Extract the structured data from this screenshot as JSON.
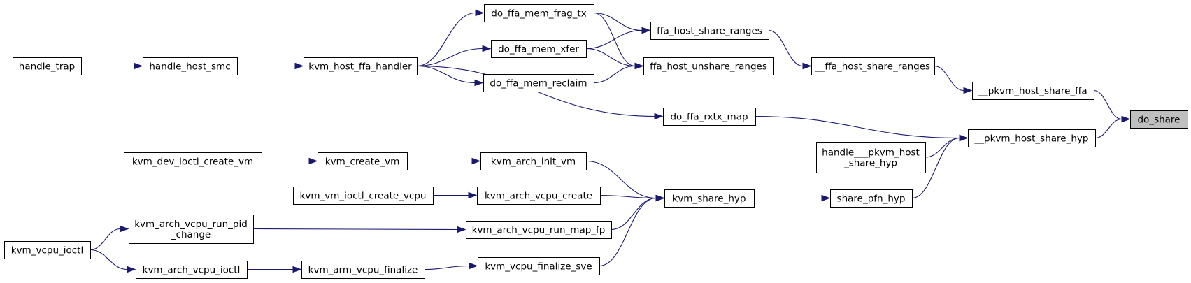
{
  "graph": {
    "root": "do_share",
    "nodes": [
      {
        "id": "do_share",
        "lines": [
          "do_share"
        ],
        "root": true
      },
      {
        "id": "pkvm_host_share_ffa",
        "lines": [
          "__pkvm_host_share_ffa"
        ]
      },
      {
        "id": "pkvm_host_share_hyp",
        "lines": [
          "__pkvm_host_share_hyp"
        ]
      },
      {
        "id": "ffa_host_share_ranges_int",
        "lines": [
          "__ffa_host_share_ranges"
        ]
      },
      {
        "id": "handle_pkvm_host_share_hyp",
        "lines": [
          "handle___pkvm_host",
          "_share_hyp"
        ]
      },
      {
        "id": "share_pfn_hyp",
        "lines": [
          "share_pfn_hyp"
        ]
      },
      {
        "id": "ffa_host_share_ranges",
        "lines": [
          "ffa_host_share_ranges"
        ]
      },
      {
        "id": "ffa_host_unshare_ranges",
        "lines": [
          "ffa_host_unshare_ranges"
        ]
      },
      {
        "id": "do_ffa_rxtx_map",
        "lines": [
          "do_ffa_rxtx_map"
        ]
      },
      {
        "id": "kvm_share_hyp",
        "lines": [
          "kvm_share_hyp"
        ]
      },
      {
        "id": "do_ffa_mem_frag_tx",
        "lines": [
          "do_ffa_mem_frag_tx"
        ]
      },
      {
        "id": "do_ffa_mem_xfer",
        "lines": [
          "do_ffa_mem_xfer"
        ]
      },
      {
        "id": "do_ffa_mem_reclaim",
        "lines": [
          "do_ffa_mem_reclaim"
        ]
      },
      {
        "id": "kvm_host_ffa_handler",
        "lines": [
          "kvm_host_ffa_handler"
        ]
      },
      {
        "id": "handle_host_smc",
        "lines": [
          "handle_host_smc"
        ]
      },
      {
        "id": "handle_trap",
        "lines": [
          "handle_trap"
        ]
      },
      {
        "id": "kvm_arch_init_vm",
        "lines": [
          "kvm_arch_init_vm"
        ]
      },
      {
        "id": "kvm_arch_vcpu_create",
        "lines": [
          "kvm_arch_vcpu_create"
        ]
      },
      {
        "id": "kvm_arch_vcpu_run_map_fp",
        "lines": [
          "kvm_arch_vcpu_run_map_fp"
        ]
      },
      {
        "id": "kvm_vcpu_finalize_sve",
        "lines": [
          "kvm_vcpu_finalize_sve"
        ]
      },
      {
        "id": "kvm_create_vm",
        "lines": [
          "kvm_create_vm"
        ]
      },
      {
        "id": "kvm_dev_ioctl_create_vm",
        "lines": [
          "kvm_dev_ioctl_create_vm"
        ]
      },
      {
        "id": "kvm_vm_ioctl_create_vcpu",
        "lines": [
          "kvm_vm_ioctl_create_vcpu"
        ]
      },
      {
        "id": "kvm_arch_vcpu_run_pid_change",
        "lines": [
          "kvm_arch_vcpu_run_pid",
          "_change"
        ]
      },
      {
        "id": "kvm_vcpu_ioctl",
        "lines": [
          "kvm_vcpu_ioctl"
        ]
      },
      {
        "id": "kvm_arm_vcpu_finalize",
        "lines": [
          "kvm_arm_vcpu_finalize"
        ]
      },
      {
        "id": "kvm_arch_vcpu_ioctl",
        "lines": [
          "kvm_arch_vcpu_ioctl"
        ]
      }
    ],
    "edges": [
      {
        "from": "pkvm_host_share_ffa",
        "to": "do_share"
      },
      {
        "from": "pkvm_host_share_hyp",
        "to": "do_share"
      },
      {
        "from": "ffa_host_share_ranges_int",
        "to": "pkvm_host_share_ffa"
      },
      {
        "from": "ffa_host_share_ranges",
        "to": "ffa_host_share_ranges_int"
      },
      {
        "from": "ffa_host_unshare_ranges",
        "to": "ffa_host_share_ranges_int"
      },
      {
        "from": "do_ffa_rxtx_map",
        "to": "pkvm_host_share_hyp"
      },
      {
        "from": "handle_pkvm_host_share_hyp",
        "to": "pkvm_host_share_hyp"
      },
      {
        "from": "share_pfn_hyp",
        "to": "pkvm_host_share_hyp"
      },
      {
        "from": "kvm_share_hyp",
        "to": "share_pfn_hyp"
      },
      {
        "from": "do_ffa_mem_frag_tx",
        "to": "ffa_host_share_ranges"
      },
      {
        "from": "do_ffa_mem_xfer",
        "to": "ffa_host_share_ranges"
      },
      {
        "from": "do_ffa_mem_frag_tx",
        "to": "ffa_host_unshare_ranges"
      },
      {
        "from": "do_ffa_mem_xfer",
        "to": "ffa_host_unshare_ranges"
      },
      {
        "from": "do_ffa_mem_reclaim",
        "to": "ffa_host_unshare_ranges"
      },
      {
        "from": "kvm_host_ffa_handler",
        "to": "do_ffa_mem_frag_tx"
      },
      {
        "from": "kvm_host_ffa_handler",
        "to": "do_ffa_mem_xfer"
      },
      {
        "from": "kvm_host_ffa_handler",
        "to": "do_ffa_mem_reclaim"
      },
      {
        "from": "kvm_host_ffa_handler",
        "to": "do_ffa_rxtx_map"
      },
      {
        "from": "handle_host_smc",
        "to": "kvm_host_ffa_handler"
      },
      {
        "from": "handle_trap",
        "to": "handle_host_smc"
      },
      {
        "from": "kvm_arch_init_vm",
        "to": "kvm_share_hyp"
      },
      {
        "from": "kvm_arch_vcpu_create",
        "to": "kvm_share_hyp"
      },
      {
        "from": "kvm_arch_vcpu_run_map_fp",
        "to": "kvm_share_hyp"
      },
      {
        "from": "kvm_vcpu_finalize_sve",
        "to": "kvm_share_hyp"
      },
      {
        "from": "kvm_create_vm",
        "to": "kvm_arch_init_vm"
      },
      {
        "from": "kvm_dev_ioctl_create_vm",
        "to": "kvm_create_vm"
      },
      {
        "from": "kvm_vm_ioctl_create_vcpu",
        "to": "kvm_arch_vcpu_create"
      },
      {
        "from": "kvm_arch_vcpu_run_pid_change",
        "to": "kvm_arch_vcpu_run_map_fp"
      },
      {
        "from": "kvm_vcpu_ioctl",
        "to": "kvm_arch_vcpu_run_pid_change"
      },
      {
        "from": "kvm_arm_vcpu_finalize",
        "to": "kvm_vcpu_finalize_sve"
      },
      {
        "from": "kvm_arch_vcpu_ioctl",
        "to": "kvm_arm_vcpu_finalize"
      },
      {
        "from": "kvm_vcpu_ioctl",
        "to": "kvm_arch_vcpu_ioctl"
      }
    ]
  }
}
